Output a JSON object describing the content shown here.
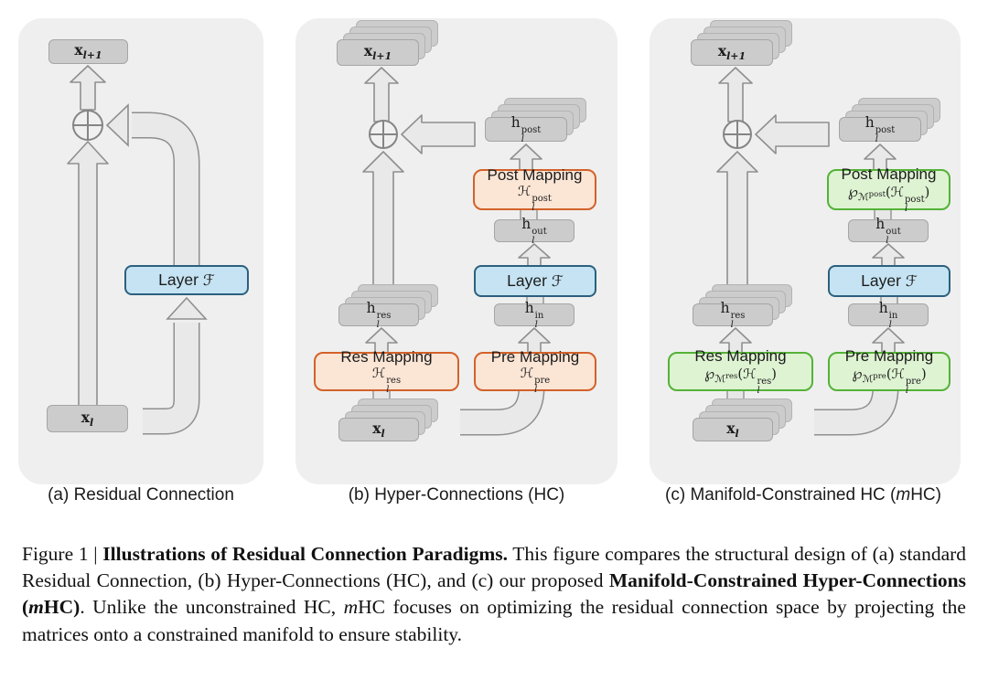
{
  "colors": {
    "panel_bg": "#efefef",
    "card_gray": "#cccccc",
    "arrow_fill": "#e9e9e9",
    "arrow_stroke": "#8f8f8f",
    "blue_fill": "#c5e3f2",
    "blue_border": "#2b607e",
    "orange_fill": "#fbe5d5",
    "orange_border": "#d2622a",
    "green_fill": "#def3d2",
    "green_border": "#54b237"
  },
  "panel_a": {
    "caption": "(a) Residual Connection",
    "x_out": {
      "base": "x",
      "sub": "l+1"
    },
    "x_in": {
      "base": "x",
      "sub": "l"
    },
    "layer": {
      "label": "Layer",
      "f": "ℱ"
    }
  },
  "panel_b": {
    "caption": "(b) Hyper-Connections (HC)",
    "x_out": {
      "base": "x",
      "sub": "l+1"
    },
    "x_in": {
      "base": "x",
      "sub": "l"
    },
    "h_post": {
      "base": "h",
      "sup": "post",
      "sub": "l"
    },
    "h_out": {
      "base": "h",
      "sup": "out",
      "sub": "l"
    },
    "h_in": {
      "base": "h",
      "sup": "in",
      "sub": "l"
    },
    "h_res": {
      "base": "h",
      "sup": "res",
      "sub": "l"
    },
    "layer": {
      "label": "Layer",
      "f": "ℱ"
    },
    "post_mapping": {
      "title": "Post Mapping",
      "h": "ℋ",
      "sup": "post",
      "sub": "l"
    },
    "pre_mapping": {
      "title": "Pre Mapping",
      "h": "ℋ",
      "sup": "pre",
      "sub": "l"
    },
    "res_mapping": {
      "title": "Res Mapping",
      "h": "ℋ",
      "sup": "res",
      "sub": "l"
    }
  },
  "panel_c": {
    "caption": {
      "pre": "(c) Manifold-Constrained HC (",
      "m": "m",
      "post": "HC)"
    },
    "x_out": {
      "base": "x",
      "sub": "l+1"
    },
    "x_in": {
      "base": "x",
      "sub": "l"
    },
    "h_post": {
      "base": "h",
      "sup": "post",
      "sub": "l"
    },
    "h_out": {
      "base": "h",
      "sup": "out",
      "sub": "l"
    },
    "h_in": {
      "base": "h",
      "sup": "in",
      "sub": "l"
    },
    "h_res": {
      "base": "h",
      "sup": "res",
      "sub": "l"
    },
    "layer": {
      "label": "Layer",
      "f": "ℱ"
    },
    "post_mapping": {
      "title": "Post Mapping",
      "p": "℘",
      "m": "ℳ",
      "msup": "post",
      "open": "(",
      "h": "ℋ",
      "hsup": "post",
      "hsub": "l",
      "close": ")"
    },
    "pre_mapping": {
      "title": "Pre Mapping",
      "p": "℘",
      "m": "ℳ",
      "msup": "pre",
      "open": "(",
      "h": "ℋ",
      "hsup": "pre",
      "hsub": "l",
      "close": ")"
    },
    "res_mapping": {
      "title": "Res Mapping",
      "p": "℘",
      "m": "ℳ",
      "msup": "res",
      "open": "(",
      "h": "ℋ",
      "hsup": "res",
      "hsub": "l",
      "close": ")"
    }
  },
  "caption": {
    "seg1": "Figure 1 | ",
    "seg2": "Illustrations of Residual Connection Paradigms.",
    "seg3": " This figure compares the structural design of (a) standard Residual Connection, (b) Hyper-Connections (HC), and (c) our proposed ",
    "seg4": "Manifold-Constrained Hyper-Connections",
    "seg5": " (",
    "seg6": "m",
    "seg7": "HC)",
    "seg8": ". Unlike the unconstrained HC, ",
    "seg9": "m",
    "seg10": "HC focuses on optimizing the residual connection space by projecting the matrices onto a constrained manifold to ensure stability."
  }
}
